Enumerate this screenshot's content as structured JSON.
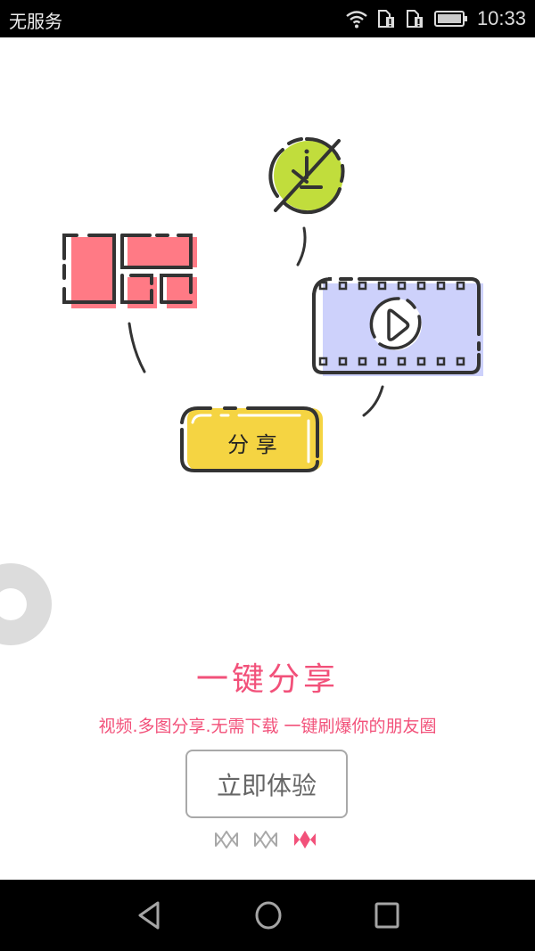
{
  "status_bar": {
    "carrier": "无服务",
    "time": "10:33",
    "icons": [
      "wifi-icon",
      "sim1-icon",
      "sim2-icon",
      "battery-icon"
    ]
  },
  "illustration": {
    "nodes": [
      {
        "name": "download-disabled",
        "color": "#c1dd3c"
      },
      {
        "name": "multi-image-grid",
        "color": "#ff7a85"
      },
      {
        "name": "video-film",
        "color": "#cdd1fb"
      },
      {
        "name": "share-badge",
        "color": "#f5d442",
        "label": "分 享"
      }
    ]
  },
  "feature": {
    "title": "一键分享",
    "subtitle": "视频.多图分享.无需下载 一键刷爆你的朋友圈",
    "cta_label": "立即体验",
    "accent_color": "#f2517a"
  },
  "pager": {
    "total": 3,
    "active_index": 2,
    "inactive_color": "#a8a8a8",
    "active_color": "#f2517a"
  },
  "nav_bar": {
    "buttons": [
      "back",
      "home",
      "recents"
    ]
  }
}
